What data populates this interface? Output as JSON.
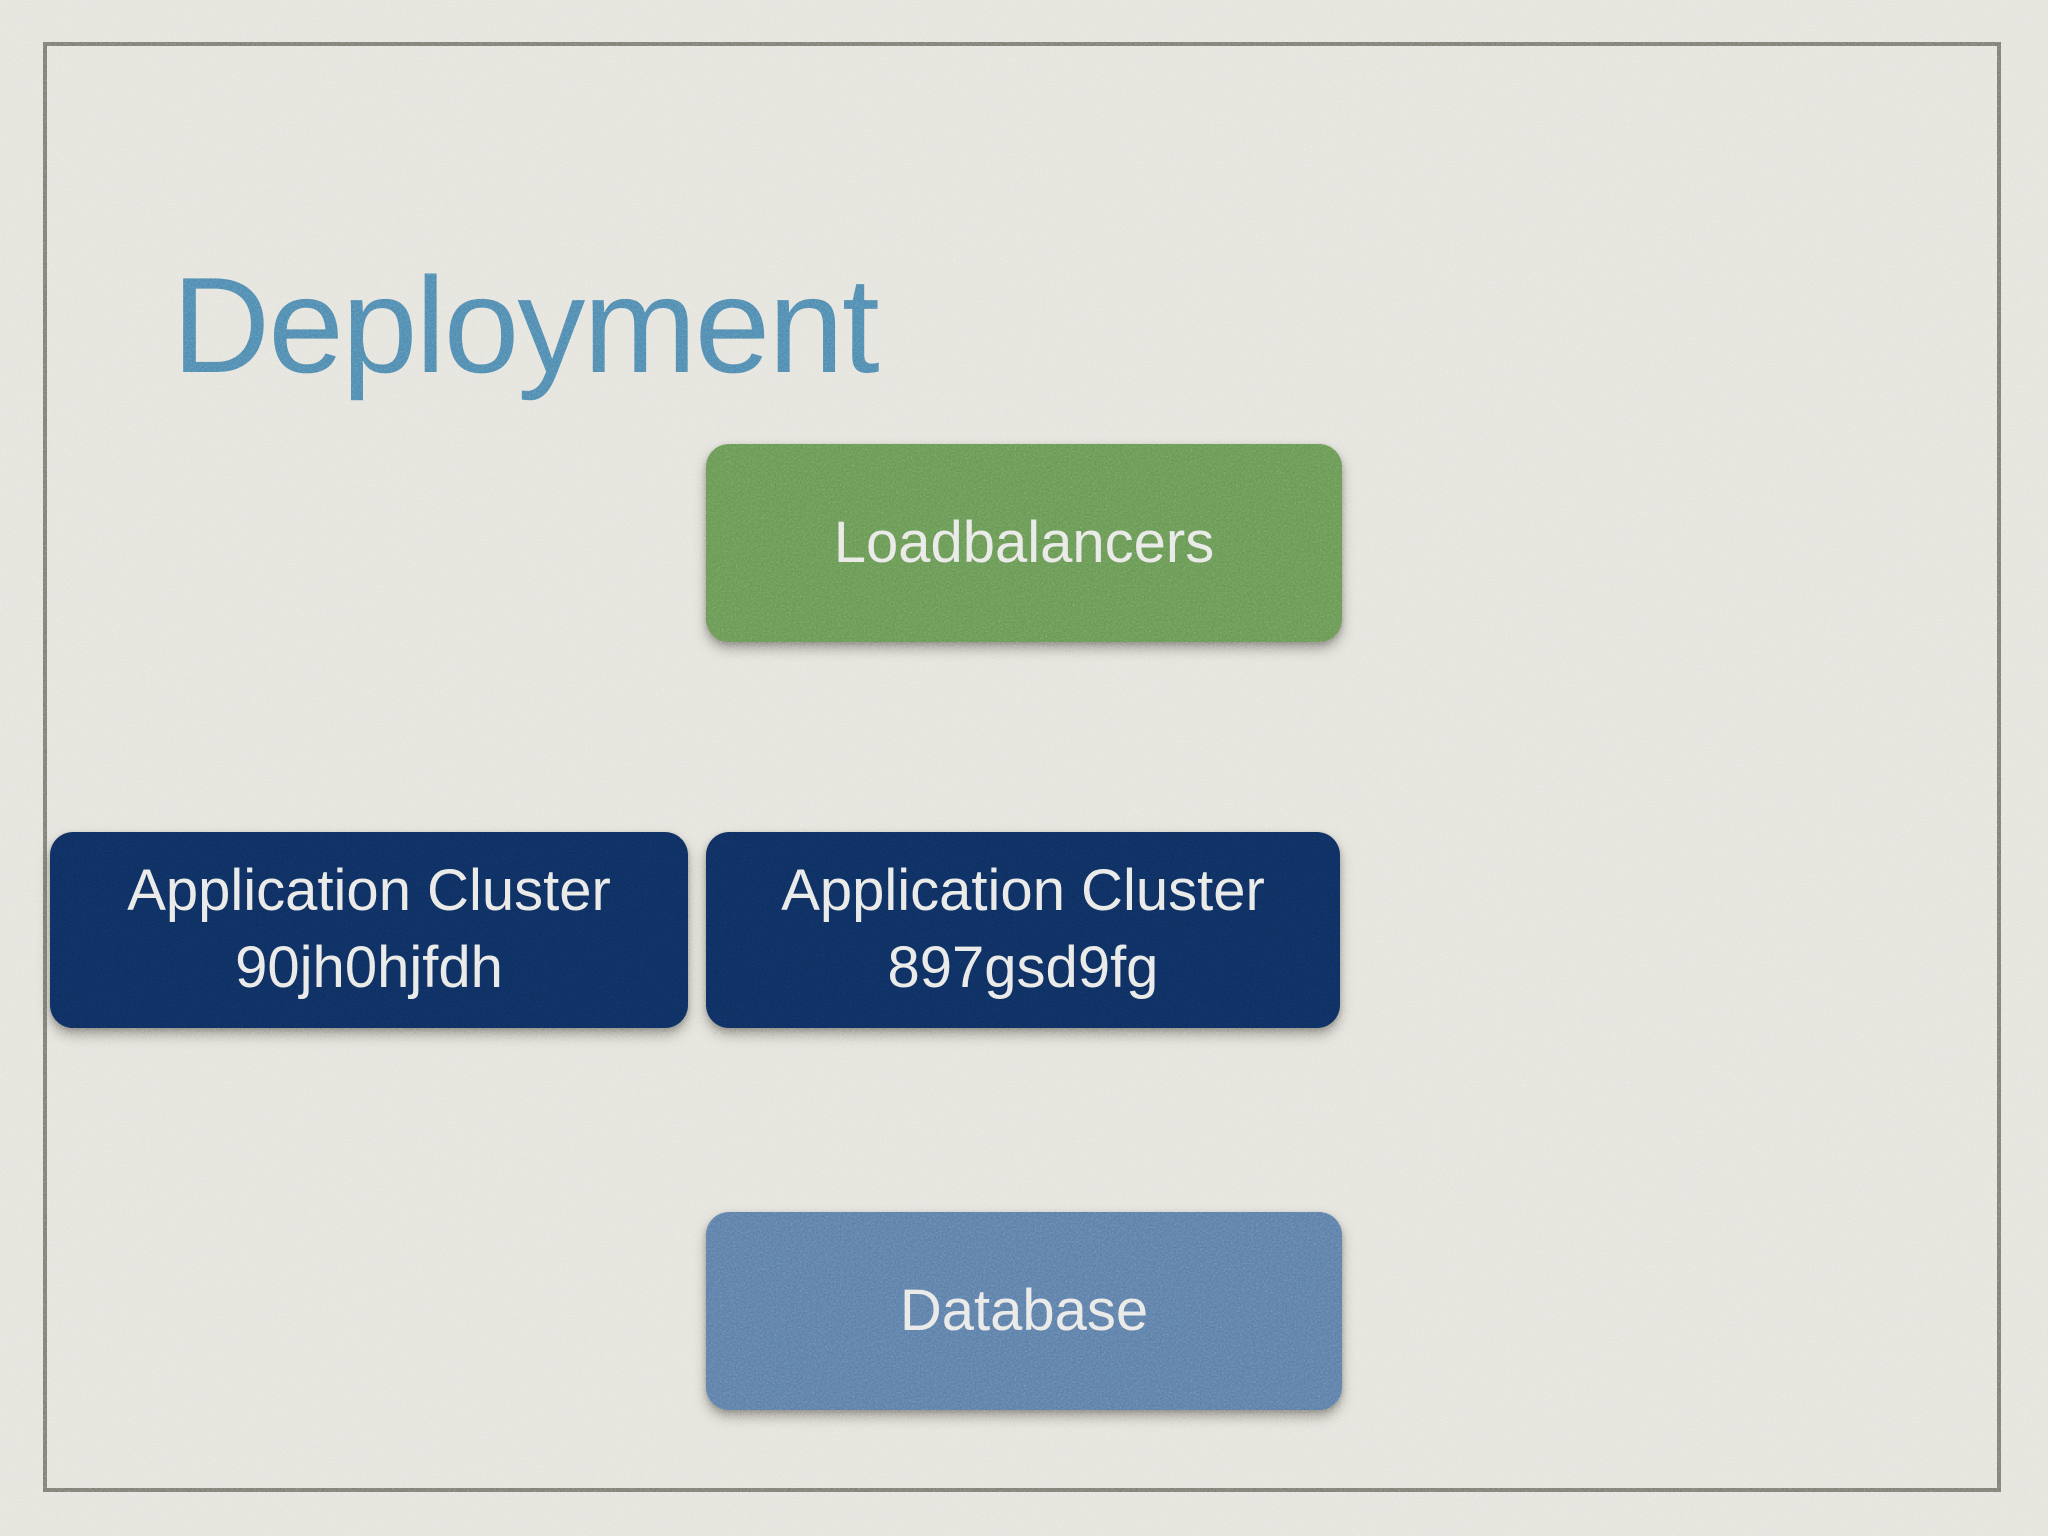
{
  "slide": {
    "title": "Deployment"
  },
  "diagram": {
    "loadbalancers": {
      "label": "Loadbalancers"
    },
    "cluster1": {
      "line1": "Application Cluster",
      "line2": "90jh0hjfdh"
    },
    "cluster2": {
      "line1": "Application Cluster",
      "line2": "897gsd9fg"
    },
    "database": {
      "label": "Database"
    }
  },
  "colors": {
    "background": "#e4e3dc",
    "frame_border": "#7b7b73",
    "title": "#4f86ad",
    "loadbalancers_fill": "#669453",
    "app_cluster_fill": "#0e2d5c",
    "database_fill": "#5b7aa5",
    "box_text": "#e8e8e6"
  }
}
